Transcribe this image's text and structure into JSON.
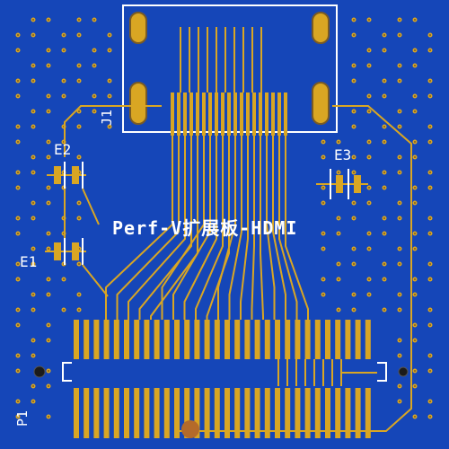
{
  "board": {
    "title": "Perf-V扩展板-HDMI",
    "colors": {
      "substrate": "#0b3590",
      "copper_pour": "#1546b8",
      "trace": "#d9a623",
      "pad": "#d9a623",
      "silkscreen": "#ffffff",
      "via": "#d9a623",
      "drill": "#7a5b24"
    }
  },
  "labels": {
    "connector": "J1",
    "cap_e1": "E1",
    "cap_e2": "E2",
    "cap_e3": "E3",
    "header": "P1"
  }
}
